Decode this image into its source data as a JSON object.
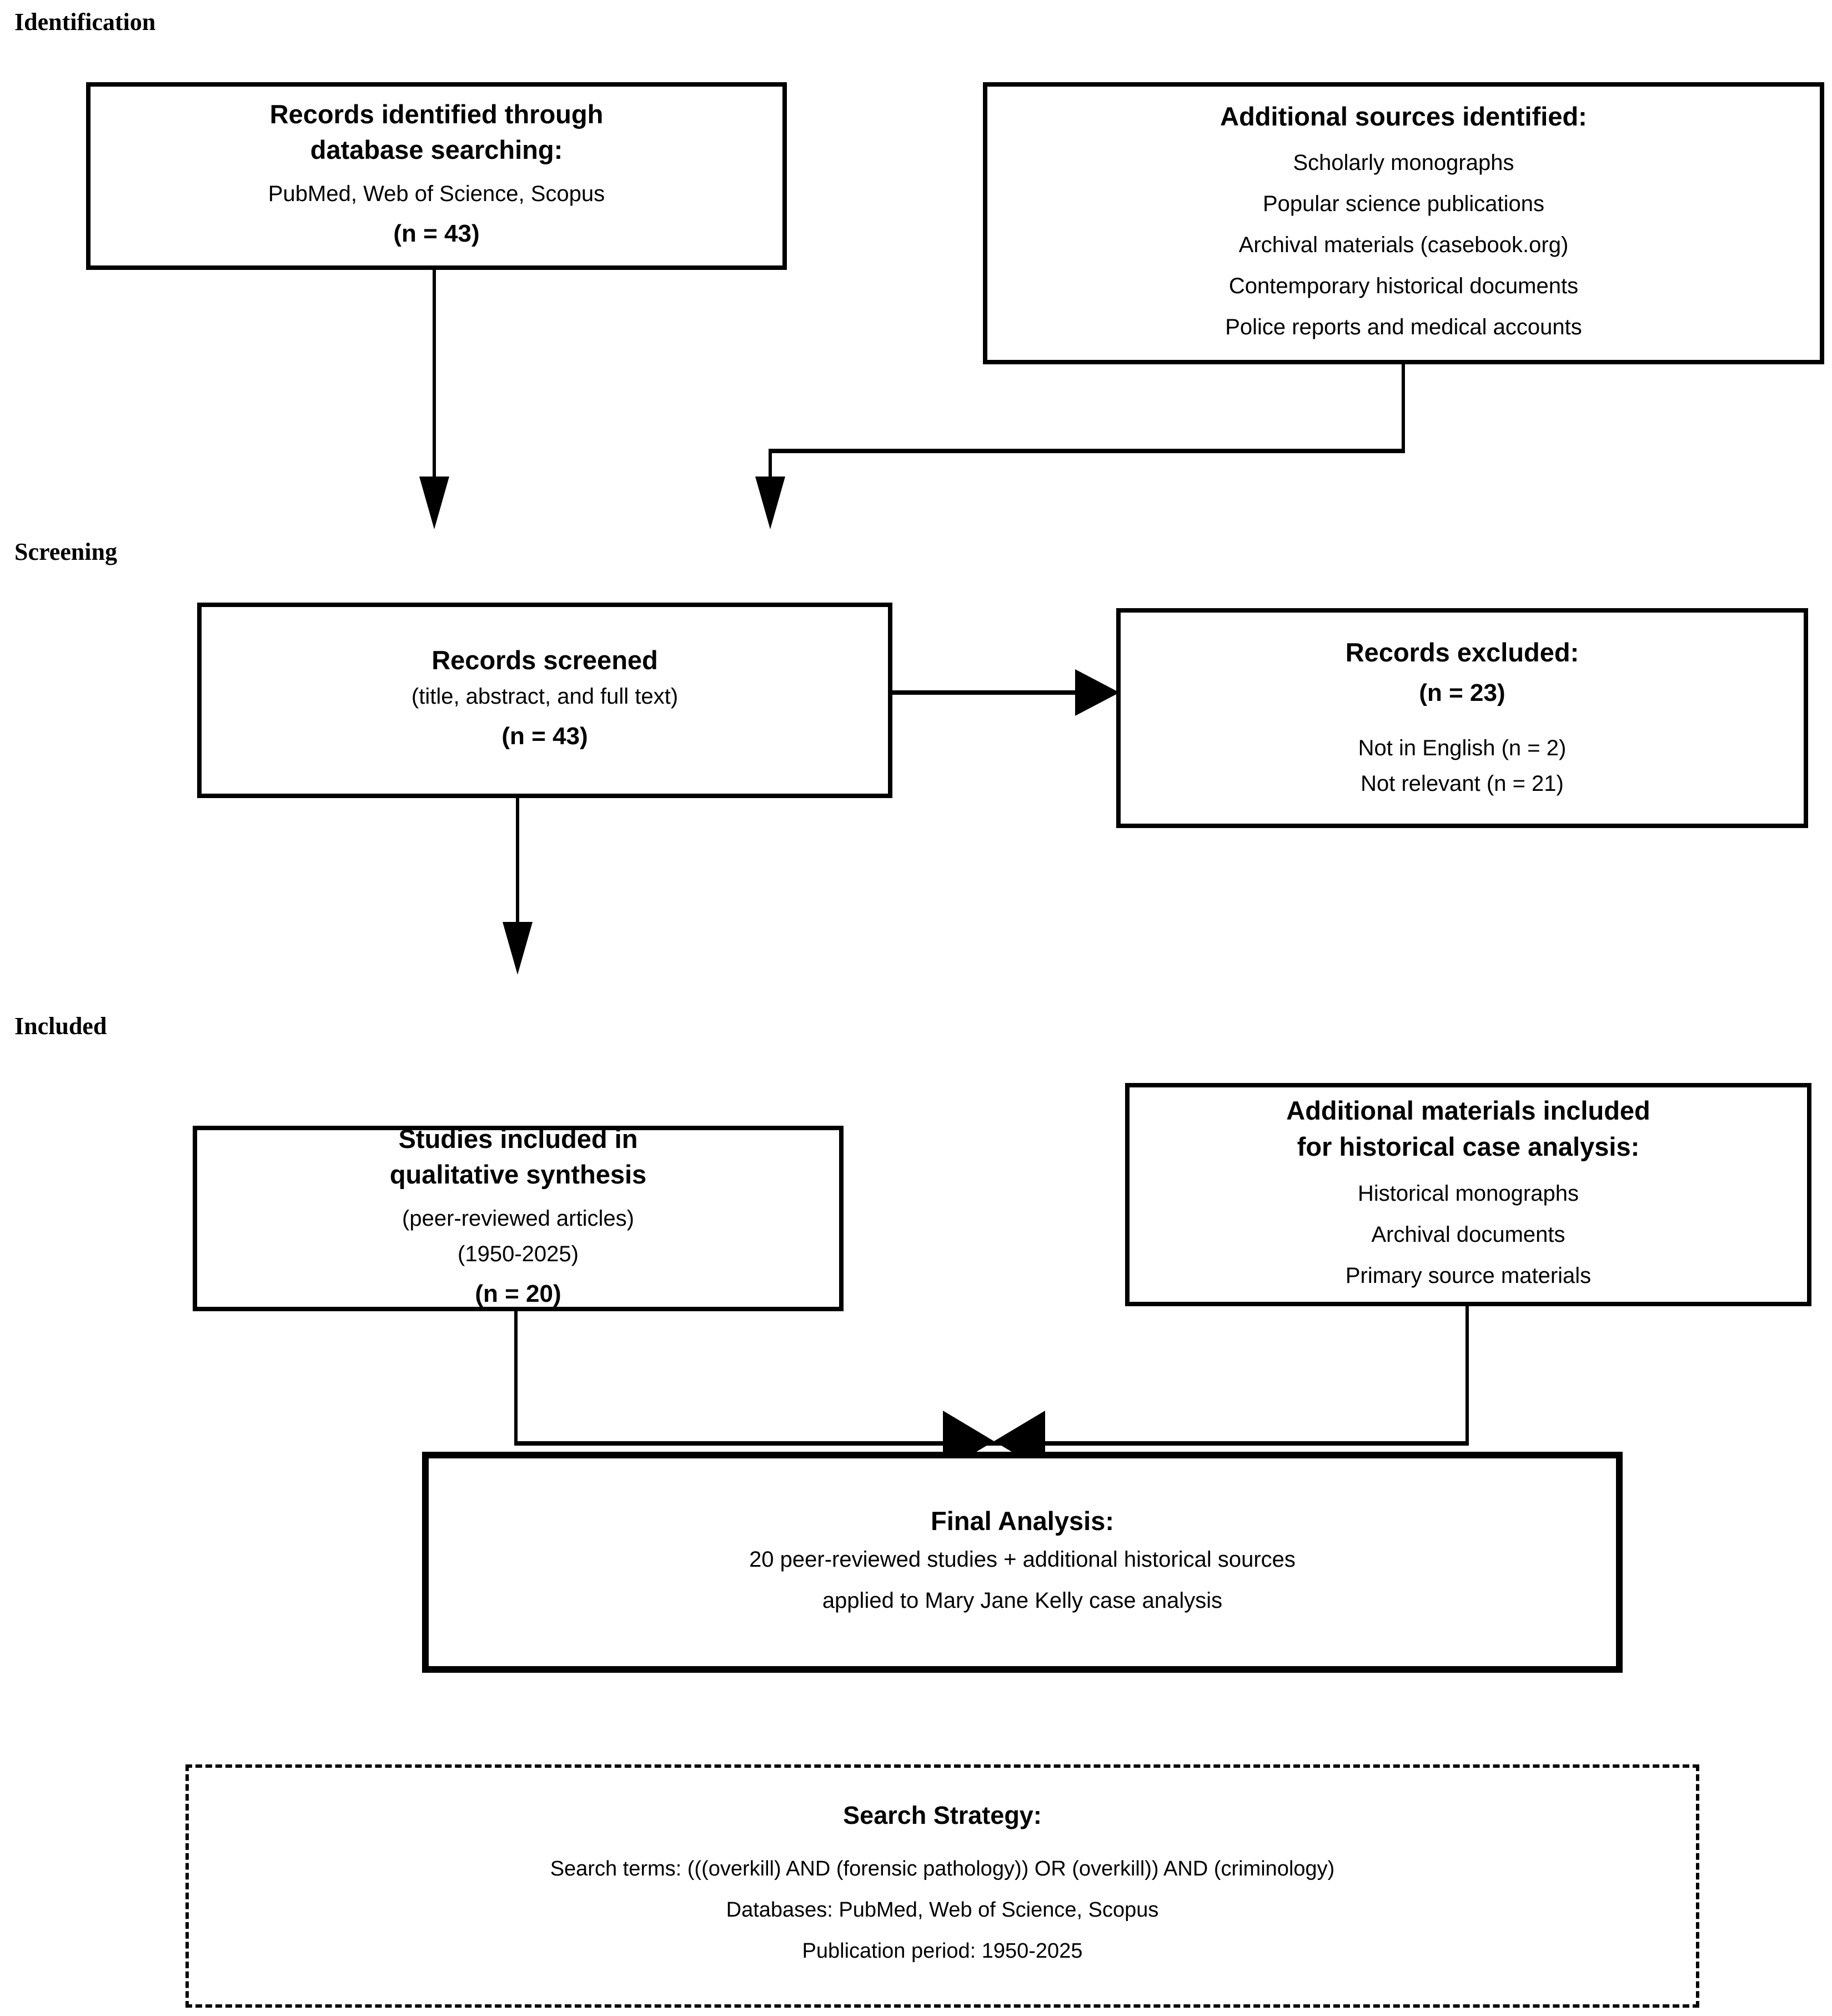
{
  "stage_labels": {
    "identification": "Identification",
    "screening": "Screening",
    "included": "Included"
  },
  "boxes": {
    "records_identified": {
      "title": [
        "Records identified through",
        "database searching:"
      ],
      "source_line": "PubMed, Web of Science, Scopus",
      "count": "(n = 43)"
    },
    "additional_sources": {
      "title": "Additional sources identified:",
      "items": [
        "Scholarly monographs",
        "Popular science publications",
        "Archival materials (casebook.org)",
        "Contemporary historical documents",
        "Police reports and medical accounts"
      ]
    },
    "records_screened": {
      "title": "Records screened",
      "detail": "(title, abstract, and full text)",
      "count": "(n = 43)"
    },
    "records_excluded": {
      "title": "Records excluded:",
      "count": "(n = 23)",
      "items": [
        "Not in English (n = 2)",
        "Not relevant (n = 21)"
      ]
    },
    "studies_included": {
      "title": [
        "Studies included in",
        "qualitative synthesis"
      ],
      "details": [
        "(peer-reviewed articles)",
        "(1950-2025)"
      ],
      "count": "(n = 20)"
    },
    "additional_materials": {
      "title": [
        "Additional materials included",
        "for historical case analysis:"
      ],
      "items": [
        "Historical monographs",
        "Archival documents",
        "Primary source materials"
      ]
    },
    "final_analysis": {
      "title": "Final Analysis:",
      "lines": [
        "20 peer-reviewed studies + additional historical sources",
        "applied to Mary Jane Kelly case analysis"
      ]
    },
    "search_strategy": {
      "title": "Search Strategy:",
      "lines": [
        "Search terms: (((overkill) AND (forensic pathology)) OR (overkill)) AND (criminology)",
        "Databases: PubMed, Web of Science, Scopus",
        "Publication period: 1950-2025"
      ]
    }
  },
  "colors": {
    "line": "#000000",
    "text": "#000000",
    "background": "#ffffff"
  }
}
